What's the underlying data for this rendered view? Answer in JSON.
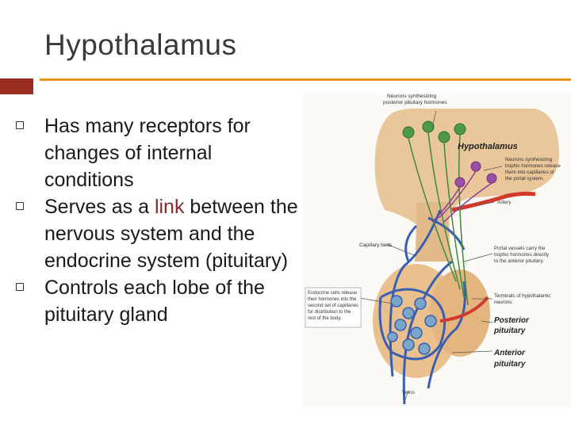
{
  "slide": {
    "title": "Hypothalamus",
    "accent_colors": {
      "dark_red": "#9b2d20",
      "orange": "#e8951c"
    }
  },
  "bullets": [
    {
      "text": "Has many receptors for changes of internal conditions"
    },
    {
      "pre": "Serves as a ",
      "highlight": "link",
      "post": " between the nervous system and the endocrine system (pituitary)"
    },
    {
      "text": "Controls each lobe of the pituitary gland"
    }
  ],
  "figure": {
    "labels": {
      "top_neurons": [
        "Neurons synthesizing",
        "posterior pituitary hormones"
      ],
      "hypothalamus": "Hypothalamus",
      "trophic_neurons": [
        "Neurons synthesizing",
        "trophic hormones release",
        "them into capillaries of",
        "the portal system."
      ],
      "artery": "Artery",
      "capillary_beds": "Capillary beds",
      "portal_vessels": [
        "Portal vessels carry the",
        "trophic hormones directly",
        "to the anterior pituitary."
      ],
      "endocrine_cells": [
        "Endocrine cells release",
        "their hormones into the",
        "second set of capillaries",
        "for distribution to the",
        "rest of the body."
      ],
      "terminals": [
        "Terminals of hypothalamic",
        "neurons"
      ],
      "posterior": [
        "Posterior",
        "pituitary"
      ],
      "anterior": [
        "Anterior",
        "pituitary"
      ],
      "veins": "Veins"
    }
  }
}
